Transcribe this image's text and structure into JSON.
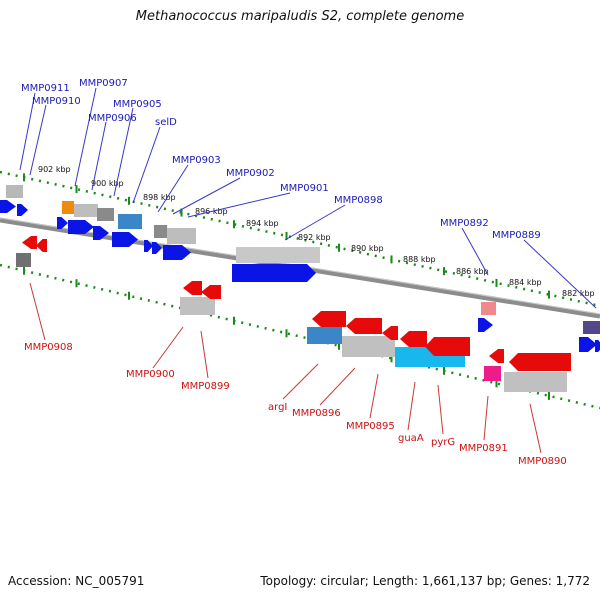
{
  "header": {
    "title": "Methanococcus maripaludis S2, complete genome"
  },
  "footer": {
    "accession": "Accession: NC_005791",
    "topology": "Topology: circular; Length: 1,661,137 bp; Genes: 1,772"
  },
  "colors": {
    "strand_forward": "#0a14e6",
    "strand_reverse": "#e60a0a",
    "label_forward": "#1a1ab8",
    "label_reverse": "#cc1111",
    "backbone": "#8c8c8c",
    "tick": "#1a8a1a"
  },
  "scale_labels": [
    "902 kbp",
    "900 kbp",
    "898 kbp",
    "896 kbp",
    "894 kbp",
    "892 kbp",
    "890 kbp",
    "888 kbp",
    "886 kbp",
    "884 kbp",
    "882 kbp"
  ],
  "genes_top": [
    "MMP0911",
    "MMP0910",
    "MMP0907",
    "MMP0906",
    "MMP0905",
    "selD",
    "MMP0903",
    "MMP0902",
    "MMP0901",
    "MMP0898",
    "MMP0892",
    "MMP0889"
  ],
  "genes_bottom": [
    "MMP0908",
    "MMP0900",
    "MMP0899",
    "argI",
    "MMP0896",
    "MMP0895",
    "guaA",
    "pyrG",
    "MMP0891",
    "MMP0890"
  ]
}
